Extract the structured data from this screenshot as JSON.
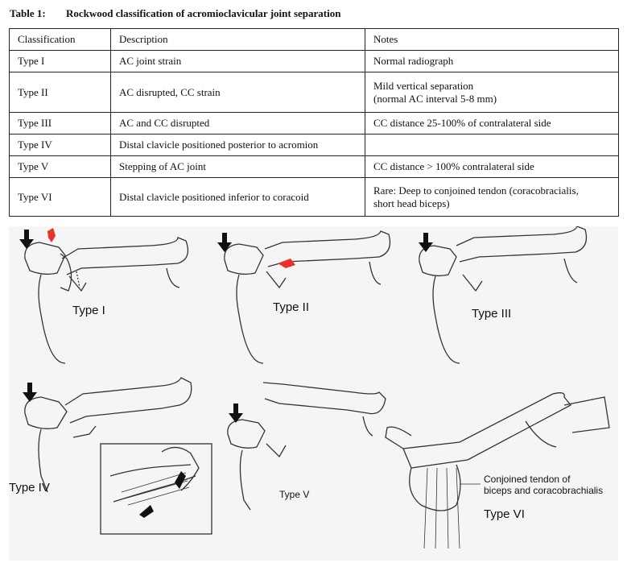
{
  "table": {
    "label": "Table 1:",
    "title": "Rockwood classification of acromioclavicular joint separation",
    "headers": [
      "Classification",
      "Description",
      "Notes"
    ],
    "rows": [
      {
        "cls": "Type I",
        "desc": "AC joint strain",
        "notes": [
          "Normal radiograph"
        ]
      },
      {
        "cls": "Type II",
        "desc": "AC disrupted, CC strain",
        "notes": [
          "Mild vertical separation",
          "(normal AC interval 5-8 mm)"
        ]
      },
      {
        "cls": "Type III",
        "desc": "AC and CC disrupted",
        "notes": [
          "CC distance 25-100% of contralateral side"
        ]
      },
      {
        "cls": "Type IV",
        "desc": "Distal clavicle positioned posterior to acromion",
        "notes": []
      },
      {
        "cls": "Type V",
        "desc": "Stepping of AC joint",
        "notes": [
          "CC distance > 100% contralateral side"
        ]
      },
      {
        "cls": "Type VI",
        "desc": "Distal clavicle positioned inferior to coracoid",
        "notes": [
          "Rare: Deep to conjoined tendon (coracobracialis,",
          "short head biceps)"
        ]
      }
    ]
  },
  "figure": {
    "labels": {
      "type1": "Type I",
      "type2": "Type II",
      "type3": "Type III",
      "type4": "Type IV",
      "type5": "Type V",
      "type6": "Type VI",
      "tendon_line1": "Conjoined tendon of",
      "tendon_line2": "biceps and coracobrachialis"
    },
    "colors": {
      "arrow": "#111111",
      "injury": "#e8322c",
      "bone_line": "#333333",
      "background": "#f5f5f5"
    },
    "icons": [
      "down-arrow-icon",
      "red-tear-icon"
    ]
  }
}
